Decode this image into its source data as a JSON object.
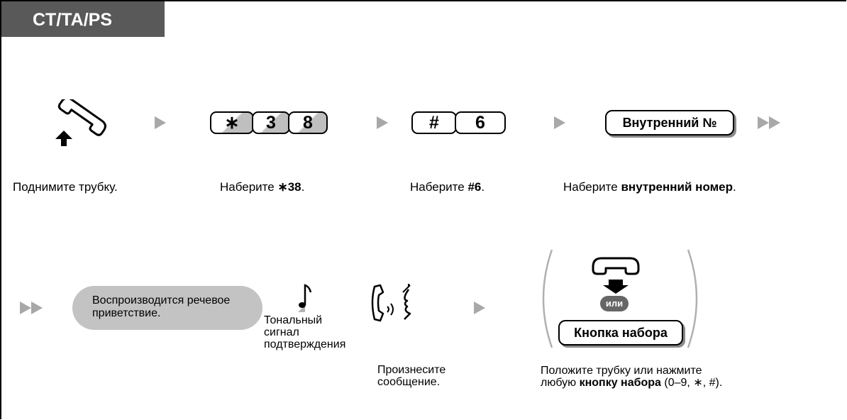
{
  "header": {
    "title": "CT/TA/PS"
  },
  "row1": {
    "key_sequence_1": [
      "∗",
      "3",
      "8"
    ],
    "key_sequence_2": [
      "#",
      "6"
    ],
    "ext_button": "Внутренний №",
    "caption_offhook": "Поднимите трубку.",
    "caption_dial_38": {
      "prefix": "Наберите ",
      "bold": "∗38",
      "suffix": "."
    },
    "caption_dial_6": {
      "prefix": "Наберите ",
      "bold": "#6",
      "suffix": "."
    },
    "caption_ext": {
      "prefix": "Наберите ",
      "bold": "внутренний номер",
      "suffix": "."
    }
  },
  "row2": {
    "greeting_pill": "Воспроизводится речевое приветствие.",
    "tone_caption": [
      "Тональный",
      "сигнал",
      "подтверждения"
    ],
    "speak_caption": [
      "Произнесите",
      "сообщение."
    ],
    "or_label": "или",
    "dial_button": "Кнопка набора",
    "final_caption": {
      "line1": "Положите трубку или нажмите",
      "line2_prefix": "любую ",
      "line2_bold": "кнопку набора",
      "line2_suffix": " (0–9, ∗, #)."
    }
  },
  "icons": [
    "handset-offhook-icon",
    "play-arrow-icon",
    "double-arrow-icon",
    "music-note-icon",
    "speaking-icon",
    "handset-onhook-icon"
  ],
  "colors": {
    "header_bg": "#595959",
    "pill_bg": "#c3c3c3",
    "arrow": "#a8a8a8",
    "or_badge": "#666666"
  }
}
